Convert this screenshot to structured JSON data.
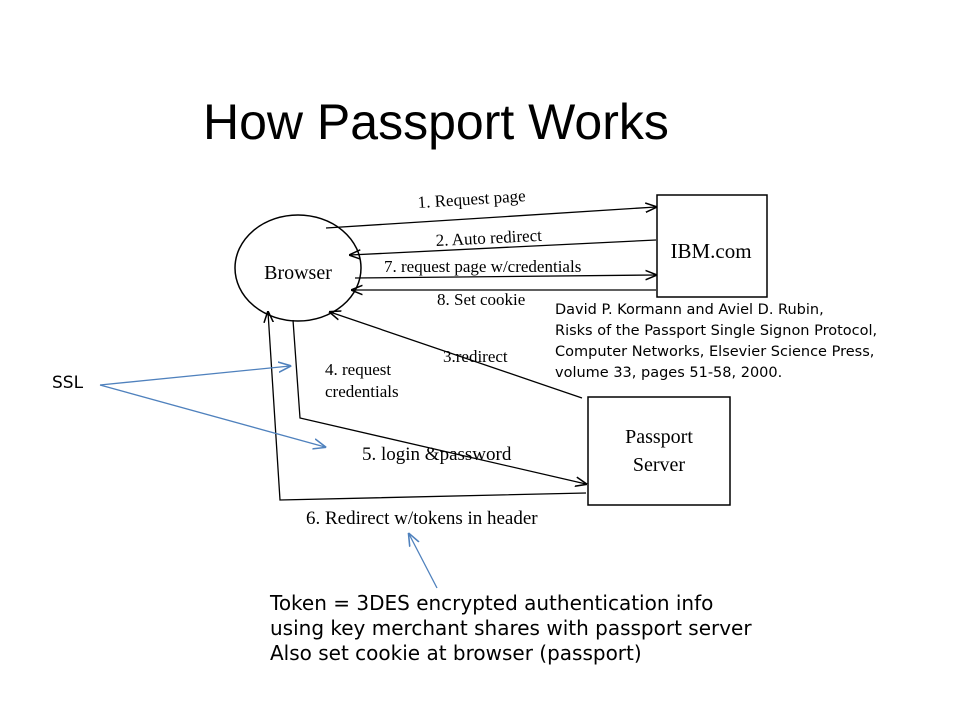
{
  "title": "How Passport Works",
  "diagram": {
    "nodes": {
      "browser": "Browser",
      "ibm": "IBM.com",
      "passport_line1": "Passport",
      "passport_line2": "Server"
    },
    "steps": [
      "1. Request page",
      "2. Auto redirect",
      "7. request page w/credentials",
      "8. Set cookie",
      "3.redirect",
      "4. request",
      "credentials",
      "5. login &password",
      "6. Redirect w/tokens in header"
    ]
  },
  "citation": [
    "David P. Kormann and Aviel D. Rubin,",
    "Risks of the Passport Single Signon Protocol,",
    "Computer Networks, Elsevier Science Press,",
    "volume 33, pages 51-58, 2000."
  ],
  "ssl_label": "SSL",
  "token_note": [
    "Token = 3DES encrypted authentication info",
    "using key merchant shares with passport server",
    "Also set cookie at browser (passport)"
  ],
  "colors": {
    "annotation_arrow": "#4f81bd",
    "diagram_line": "#000000"
  }
}
